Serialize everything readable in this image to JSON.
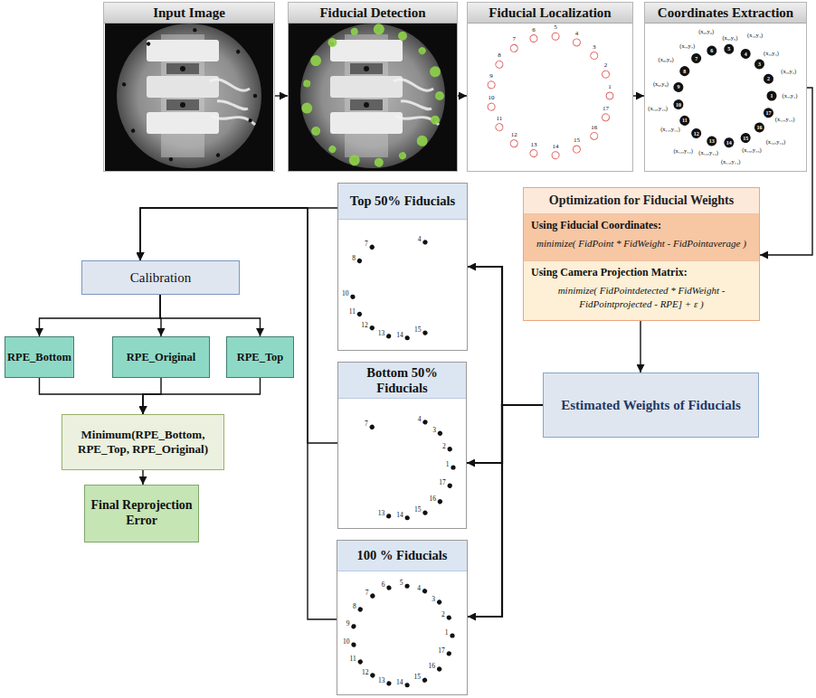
{
  "diagram": {
    "nodes": [
      {
        "text": [
          "Input Image"
        ]
      },
      {
        "text": [
          "Fiducial Detection"
        ]
      },
      {
        "text": [
          "Fiducial Localization"
        ]
      },
      {
        "text": [
          "Coordinates Extraction"
        ]
      },
      {
        "text": [
          "Optimization for Fiducial Weights"
        ]
      },
      {
        "text": [
          "Using Fiducial Coordinates:",
          "minimize( FidPoint * FidWeight - FidPointaverage )"
        ],
        "in": 4
      },
      {
        "text": [
          "Using Camera Projection Matrix:",
          "minimize( FidPointdetected * FidWeight - FidPointprojected - RPE] + ε )"
        ],
        "in": 4
      },
      {
        "text": [
          "Estimated Weights of Fiducials"
        ]
      },
      {
        "text": [
          "Top 50% Fiducials"
        ]
      },
      {
        "text": [
          "Bottom 50% Fiducials"
        ]
      },
      {
        "text": [
          "100 % Fiducials"
        ]
      },
      {
        "text": [
          "Calibration"
        ]
      },
      {
        "text": [
          "RPE_Bottom"
        ]
      },
      {
        "text": [
          "RPE_Original"
        ]
      },
      {
        "text": [
          "RPE_Top"
        ]
      },
      {
        "text": [
          "Minimum(RPE_Bottom, RPE_Top, RPE_Original)"
        ]
      },
      {
        "text": [
          "Final Reprojection Error"
        ]
      }
    ],
    "edges": [
      {
        "from": 0,
        "to": 1,
        "arrow": "to"
      },
      {
        "from": 1,
        "to": 2,
        "arrow": "to"
      },
      {
        "from": 2,
        "to": 3,
        "arrow": "to"
      },
      {
        "from": 3,
        "to": 4,
        "arrow": "to"
      },
      {
        "from": 4,
        "to": 7,
        "arrow": "to"
      },
      {
        "from": 7,
        "to": 8,
        "arrow": "to"
      },
      {
        "from": 7,
        "to": 9,
        "arrow": "to"
      },
      {
        "from": 7,
        "to": 10,
        "arrow": "to"
      },
      {
        "from": 8,
        "to": 11,
        "arrow": "to"
      },
      {
        "from": 9,
        "to": 11,
        "arrow": "to"
      },
      {
        "from": 10,
        "to": 11,
        "arrow": "to"
      },
      {
        "from": 11,
        "to": 12,
        "arrow": "to"
      },
      {
        "from": 11,
        "to": 13,
        "arrow": "to"
      },
      {
        "from": 11,
        "to": 14,
        "arrow": "to"
      },
      {
        "from": 12,
        "to": 15,
        "arrow": "to"
      },
      {
        "from": 13,
        "to": 15,
        "arrow": "to"
      },
      {
        "from": 14,
        "to": 15,
        "arrow": "to"
      },
      {
        "from": 15,
        "to": 16,
        "arrow": "to"
      }
    ],
    "labels": [
      "1",
      "2",
      "3",
      "4",
      "5",
      "6",
      "7",
      "8",
      "9",
      "10",
      "11",
      "12",
      "13",
      "14",
      "15",
      "16",
      "17",
      "1",
      "(x₁,y₁)",
      "2",
      "(x₂,y₂)",
      "3",
      "(x₃,y₃)",
      "4",
      "(x₄,y₄)",
      "5",
      "(x₅,y₅)",
      "6",
      "(x₆,y₆)",
      "7",
      "(x₇,y₇)",
      "8",
      "(x₈,y₈)",
      "9",
      "(x₉,y₉)",
      "10",
      "(x₁₀,y₁₀)",
      "11",
      "(x₁₁,y₁₁)",
      "12",
      "(x₁₂,y₁₂)",
      "13",
      "(x₁₃,y₁₃)",
      "14",
      "(x₁₄,y₁₄)",
      "15",
      "(x₁₅,y₁₅)",
      "16",
      "(x₁₆,y₁₆)",
      "17",
      "(x₁₇,y₁₇)",
      "7",
      "4",
      "8",
      "10",
      "11",
      "12",
      "13",
      "14",
      "15",
      "7",
      "4",
      "3",
      "2",
      "1",
      "17",
      "16",
      "15",
      "14",
      "13",
      "1",
      "2",
      "3",
      "4",
      "5",
      "6",
      "7",
      "8",
      "9",
      "10",
      "11",
      "12",
      "13",
      "14",
      "15",
      "16",
      "17"
    ]
  }
}
